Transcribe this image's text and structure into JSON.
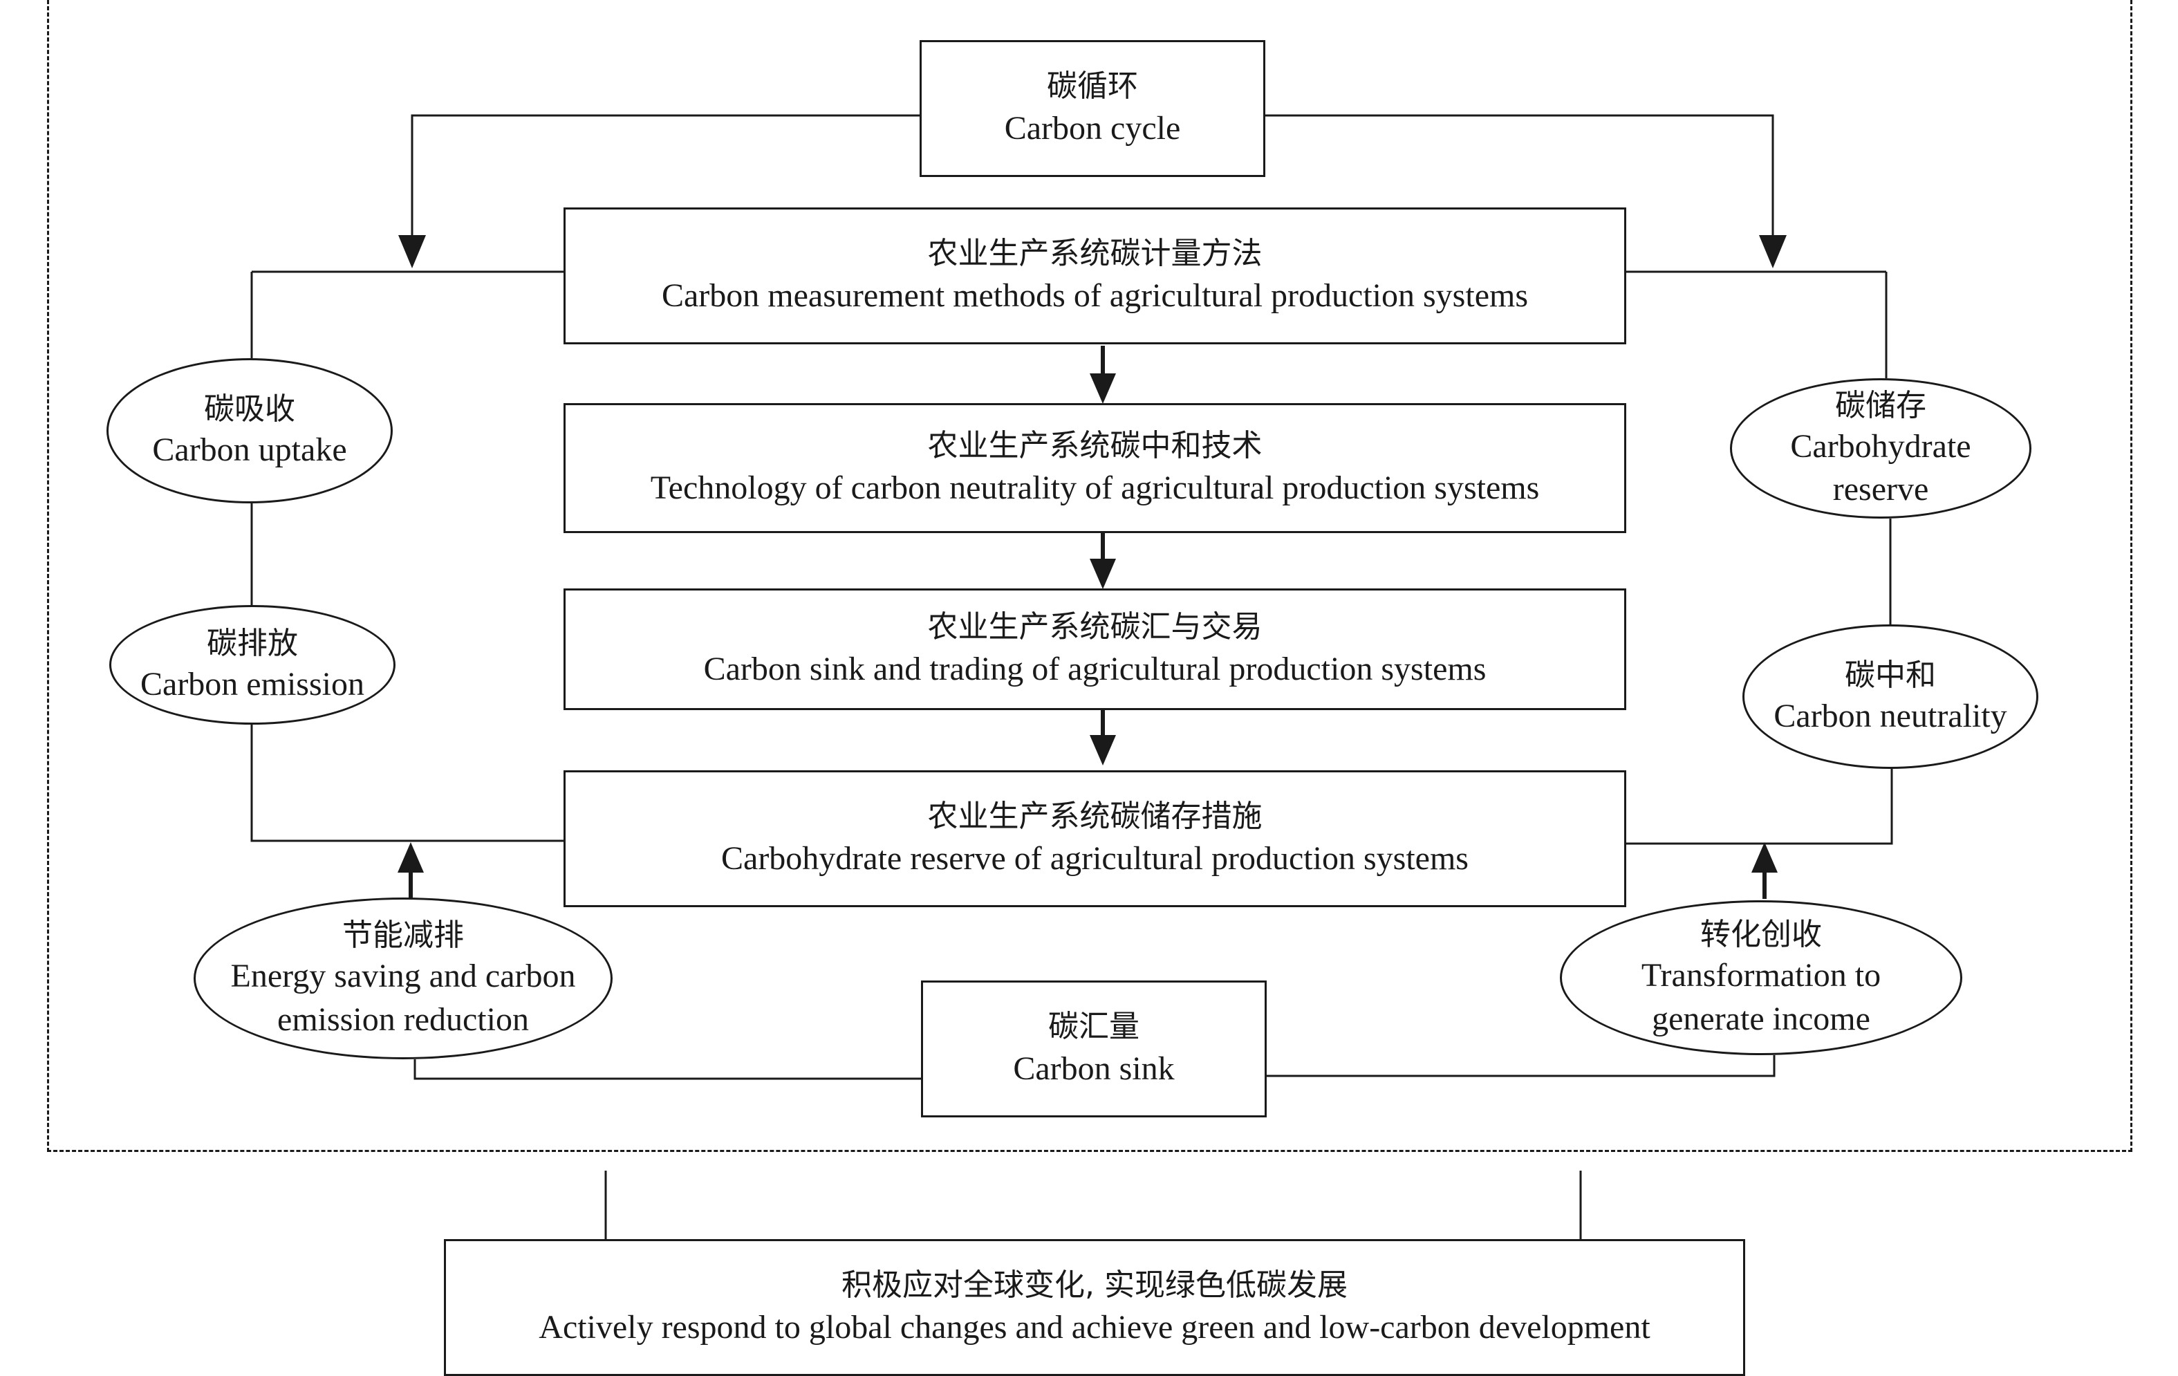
{
  "nodes": {
    "carbon_cycle": {
      "zh": "碳循环",
      "en": "Carbon cycle"
    },
    "measurement": {
      "zh": "农业生产系统碳计量方法",
      "en": "Carbon measurement methods of agricultural production systems"
    },
    "neutrality_tech": {
      "zh": "农业生产系统碳中和技术",
      "en": "Technology of carbon neutrality of agricultural production systems"
    },
    "sink_trading": {
      "zh": "农业生产系统碳汇与交易",
      "en": "Carbon sink and trading of agricultural production systems"
    },
    "storage_measures": {
      "zh": "农业生产系统碳储存措施",
      "en": "Carbohydrate reserve of agricultural production systems"
    },
    "carbon_sink": {
      "zh": "碳汇量",
      "en": "Carbon sink"
    },
    "goal": {
      "zh": "积极应对全球变化, 实现绿色低碳发展",
      "en": "Actively respond to global changes and achieve green and low-carbon development"
    },
    "carbon_uptake": {
      "zh": "碳吸收",
      "en": "Carbon uptake"
    },
    "carbon_emission": {
      "zh": "碳排放",
      "en": "Carbon emission"
    },
    "energy_saving": {
      "zh": "节能减排",
      "en1": "Energy saving and carbon",
      "en2": "emission reduction"
    },
    "carbohydrate_reserve": {
      "zh": "碳储存",
      "en1": "Carbohydrate",
      "en2": "reserve"
    },
    "carbon_neutrality": {
      "zh": "碳中和",
      "en": "Carbon neutrality"
    },
    "transformation": {
      "zh": "转化创收",
      "en1": "Transformation to",
      "en2": "generate income"
    }
  },
  "colors": {
    "line": "#1a1a1a",
    "background": "#ffffff"
  }
}
